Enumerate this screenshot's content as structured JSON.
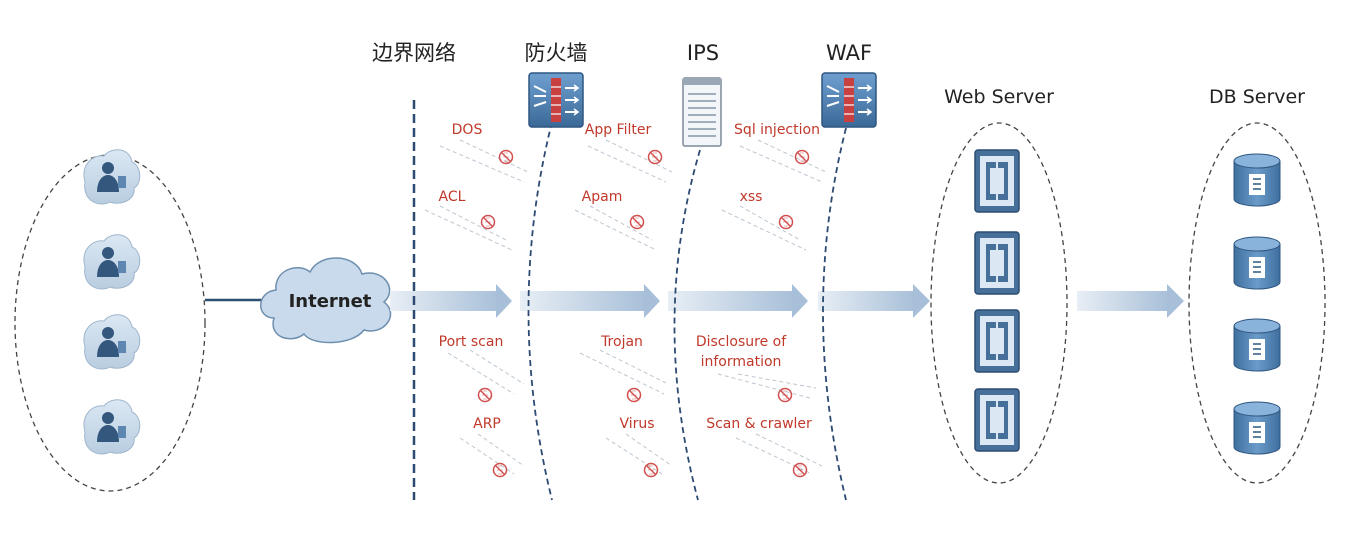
{
  "headers": {
    "border_network": "边界网络",
    "firewall": "防火墙",
    "ips": "IPS",
    "waf": "WAF"
  },
  "servers": {
    "web": "Web Server",
    "db": "DB Server"
  },
  "internet_label": "Internet",
  "attacks": {
    "border": [
      "DOS",
      "ACL",
      "Port scan",
      "ARP"
    ],
    "firewall": [
      "App Filter",
      "Apam",
      "Trojan",
      "Virus"
    ],
    "ips": [
      "Sql injection",
      "xss",
      "Disclosure of",
      "information",
      "Scan & crawler"
    ]
  },
  "icons": {
    "user": "user-icon",
    "cloud": "cloud-icon",
    "firewall": "firewall-icon",
    "server": "server-tower-icon",
    "web_server": "web-server-icon",
    "database": "database-icon",
    "block": "blocked-icon"
  },
  "colors": {
    "attack_text": "#c0392b",
    "flow_arrow": "#a9c0d8",
    "device_blue": "#5b8fc4"
  }
}
